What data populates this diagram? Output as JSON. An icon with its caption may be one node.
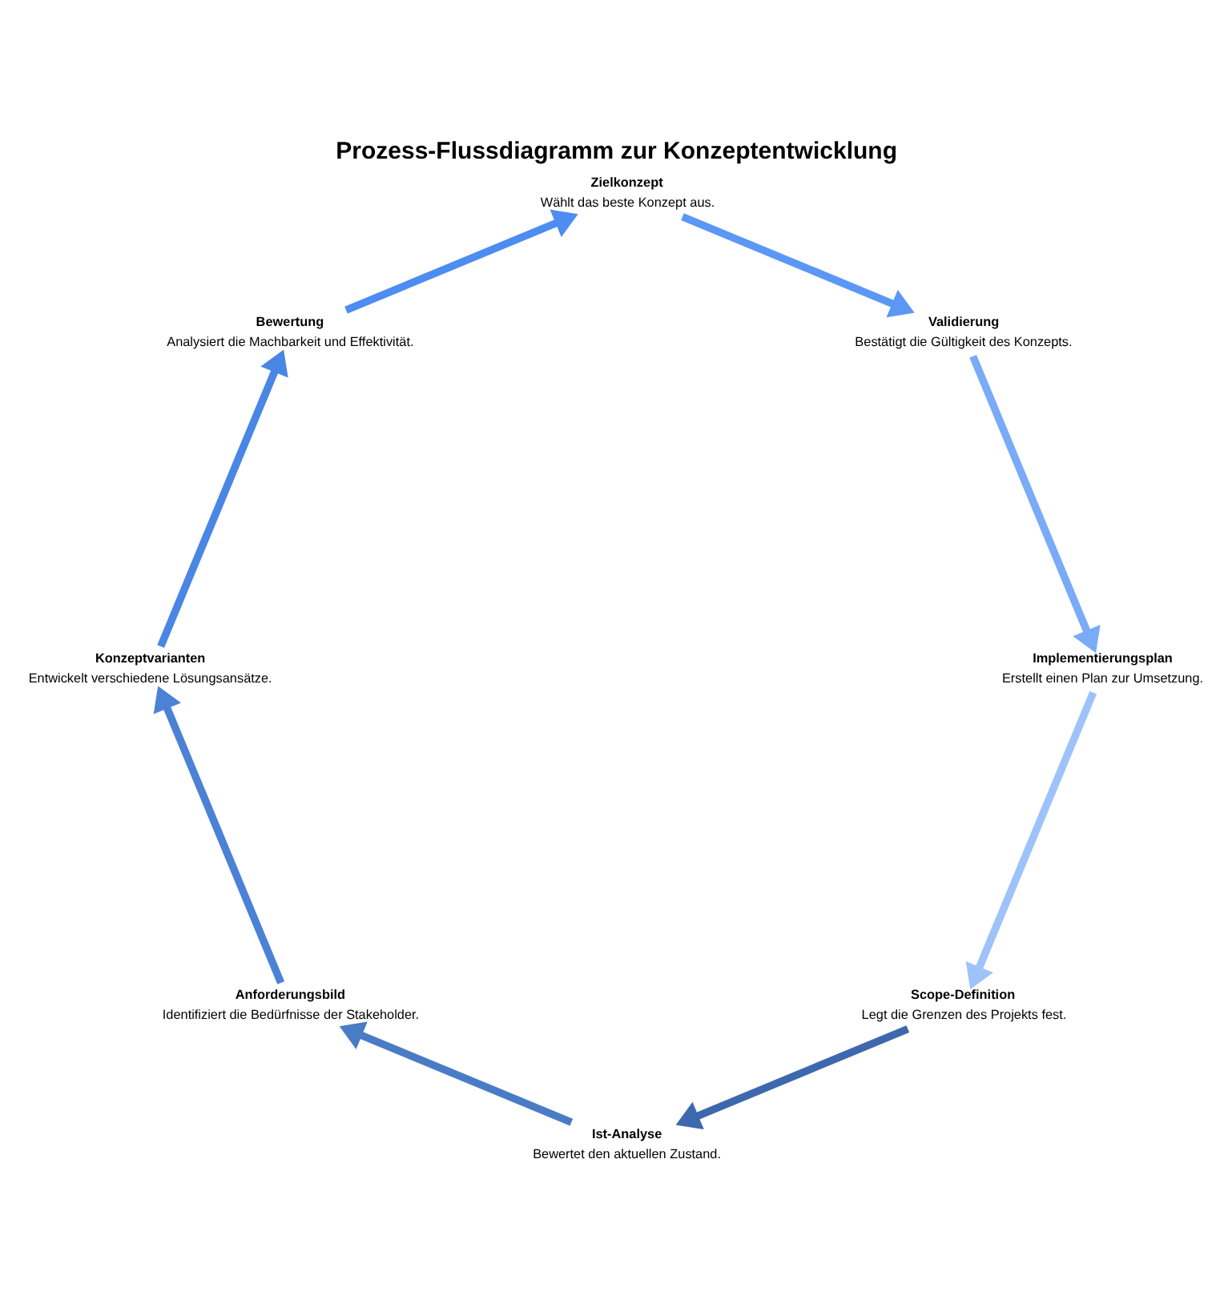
{
  "diagram": {
    "title": "Prozess-Flussdiagramm zur Konzeptentwicklung",
    "nodes": [
      {
        "text": [
          "Scope-Definition",
          "Legt die Grenzen des Projekts fest."
        ]
      },
      {
        "text": [
          "Ist-Analyse",
          "Bewertet den aktuellen Zustand."
        ]
      },
      {
        "text": [
          "Anforderungsbild",
          "Identifiziert die Bedürfnisse der Stakeholder."
        ]
      },
      {
        "text": [
          "Konzeptvarianten",
          "Entwickelt verschiedene Lösungsansätze."
        ]
      },
      {
        "text": [
          "Bewertung",
          "Analysiert die Machbarkeit und Effektivität."
        ]
      },
      {
        "text": [
          "Zielkonzept",
          "Wählt das beste Konzept aus."
        ]
      },
      {
        "text": [
          "Validierung",
          "Bestätigt die Gültigkeit des Konzepts."
        ]
      },
      {
        "text": [
          "Implementierungsplan",
          "Erstellt einen Plan zur Umsetzung."
        ]
      }
    ],
    "edges": [
      {
        "from": 0,
        "to": 1,
        "arrow": "to",
        "color": "#3d68ad"
      },
      {
        "from": 1,
        "to": 2,
        "arrow": "to",
        "color": "#4a7cc6"
      },
      {
        "from": 2,
        "to": 3,
        "arrow": "to",
        "color": "#4b82d6"
      },
      {
        "from": 3,
        "to": 4,
        "arrow": "to",
        "color": "#4a86e4"
      },
      {
        "from": 4,
        "to": 5,
        "arrow": "to",
        "color": "#4d8cf0"
      },
      {
        "from": 5,
        "to": 6,
        "arrow": "to",
        "color": "#5b98f5"
      },
      {
        "from": 6,
        "to": 7,
        "arrow": "to",
        "color": "#7aabf7"
      },
      {
        "from": 7,
        "to": 0,
        "arrow": "to",
        "color": "#9ec2fa"
      }
    ]
  }
}
